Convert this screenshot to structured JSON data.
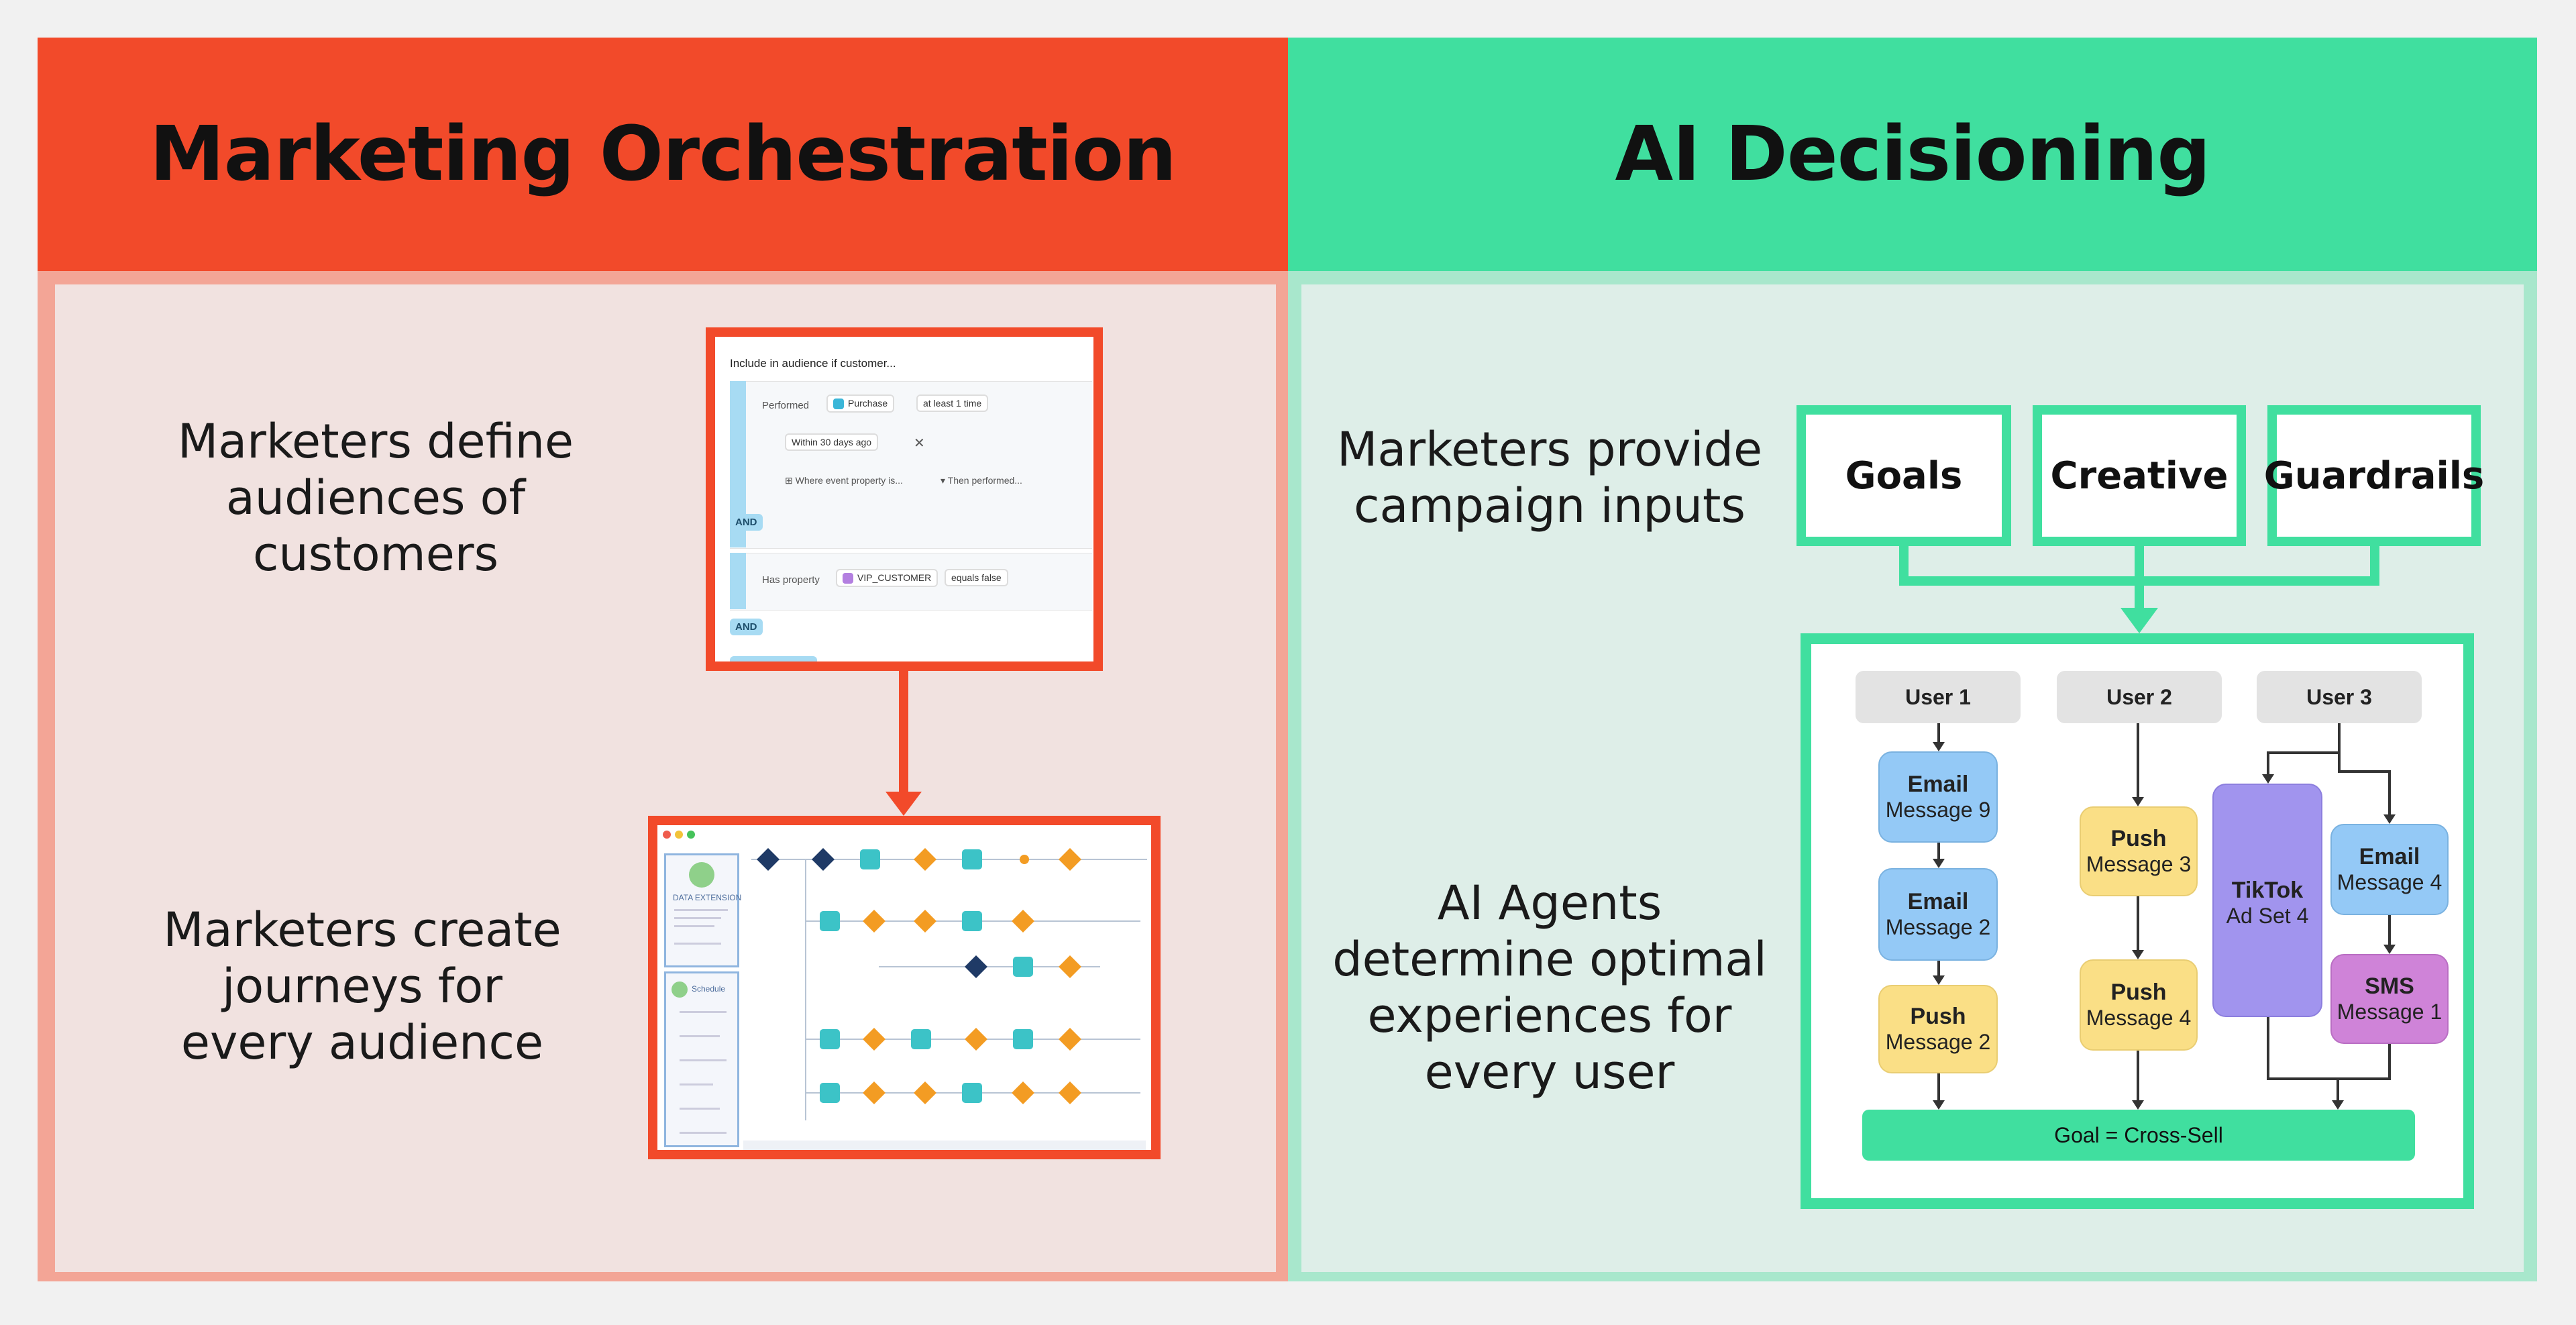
{
  "left": {
    "title": "Marketing Orchestration",
    "define_text": [
      "Marketers define",
      "audiences of",
      "customers"
    ],
    "journey_text": [
      "Marketers create",
      "journeys for",
      "every audience"
    ],
    "audience_screenshot": {
      "heading": "Include in audience if customer...",
      "performed_label": "Performed",
      "purchase_chip": "Purchase",
      "atleast_chip": "at least 1 time",
      "within_chip": "Within 30 days ago",
      "where_link": "Where event property is...",
      "then_link": "Then performed...",
      "and1": "AND",
      "has_property_label": "Has property",
      "vip_chip": "VIP_CUSTOMER",
      "equals_chip": "equals false",
      "and2": "AND"
    },
    "journey_screenshot": {
      "data_extension_label": "DATA EXTENSION",
      "schedule_label": "Schedule"
    }
  },
  "right": {
    "title": "AI Decisioning",
    "inputs_text": [
      "Marketers provide",
      "campaign inputs"
    ],
    "agents_text": [
      "AI Agents",
      "determine optimal",
      "experiences for",
      "every user"
    ],
    "inputs": [
      "Goals",
      "Creative",
      "Guardrails"
    ],
    "users": [
      "User 1",
      "User 2",
      "User 3"
    ],
    "messages": {
      "u1_email9": {
        "type": "Email",
        "name": "Message 9"
      },
      "u1_email2": {
        "type": "Email",
        "name": "Message 2"
      },
      "u1_push2": {
        "type": "Push",
        "name": "Message 2"
      },
      "u2_push3": {
        "type": "Push",
        "name": "Message 3"
      },
      "u2_push4": {
        "type": "Push",
        "name": "Message 4"
      },
      "u3_tiktok": {
        "type": "TikTok",
        "name": "Ad Set 4"
      },
      "u3_email4": {
        "type": "Email",
        "name": "Message 4"
      },
      "u3_sms1": {
        "type": "SMS",
        "name": "Message 1"
      }
    },
    "goal": "Goal = Cross-Sell"
  },
  "colors": {
    "orange": "#f24a2a",
    "green": "#40df9f",
    "email": "#94c9f6",
    "push": "#fadf86",
    "sms": "#cf83d8",
    "tiktok": "#a194ee"
  }
}
